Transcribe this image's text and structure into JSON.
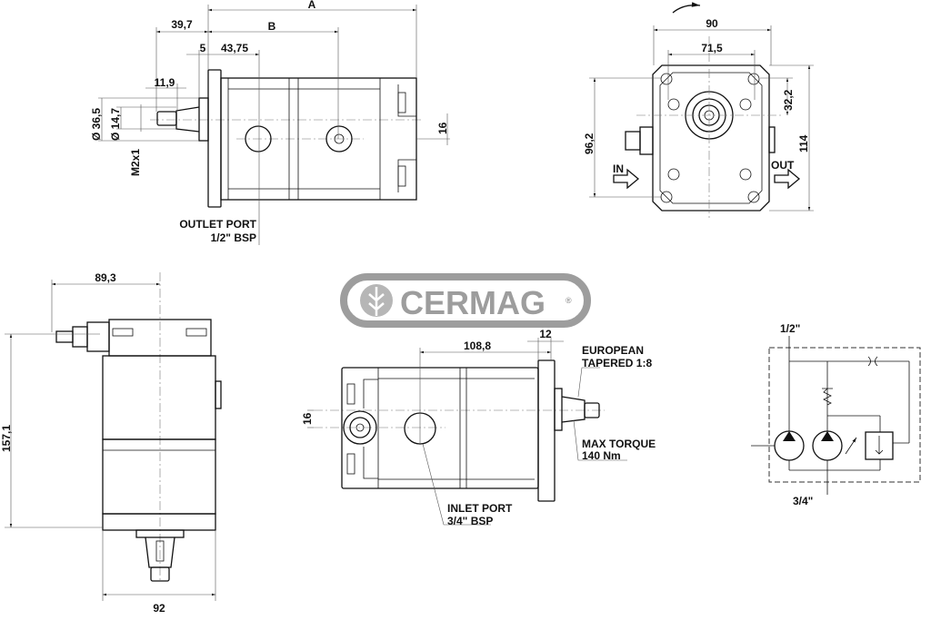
{
  "logo": {
    "brand": "CERMAG",
    "registered": "®",
    "color": "#8c8c8c"
  },
  "top_view": {
    "dim_a": "A",
    "dim_b": "B",
    "dim_39_7": "39,7",
    "dim_5": "5",
    "dim_43_75": "43,75",
    "dim_11_9": "11,9",
    "dim_diam_36_5": "Ø 36,5",
    "dim_diam_14_7": "Ø 14,7",
    "thread": "M2x1",
    "dim_16": "16",
    "outlet_label_1": "OUTLET PORT",
    "outlet_label_2": "1/2\" BSP"
  },
  "front_view": {
    "dim_90": "90",
    "dim_71_5": "71,5",
    "dim_96_2": "96,2",
    "dim_114": "114",
    "dim_32_2": "32,2",
    "in_label": "IN",
    "out_label": "OUT"
  },
  "side_view": {
    "dim_89_3": "89,3",
    "dim_157_1": "157,1",
    "dim_92": "92"
  },
  "bottom_view": {
    "dim_108_8": "108,8",
    "dim_12": "12",
    "dim_16": "16",
    "shaft_label_1": "EUROPEAN",
    "shaft_label_2": "TAPERED 1:8",
    "torque_label_1": "MAX TORQUE",
    "torque_label_2": "140 Nm",
    "inlet_label_1": "INLET PORT",
    "inlet_label_2": "3/4\" BSP"
  },
  "schematic": {
    "top_port": "1/2\"",
    "bottom_port": "3/4\""
  }
}
